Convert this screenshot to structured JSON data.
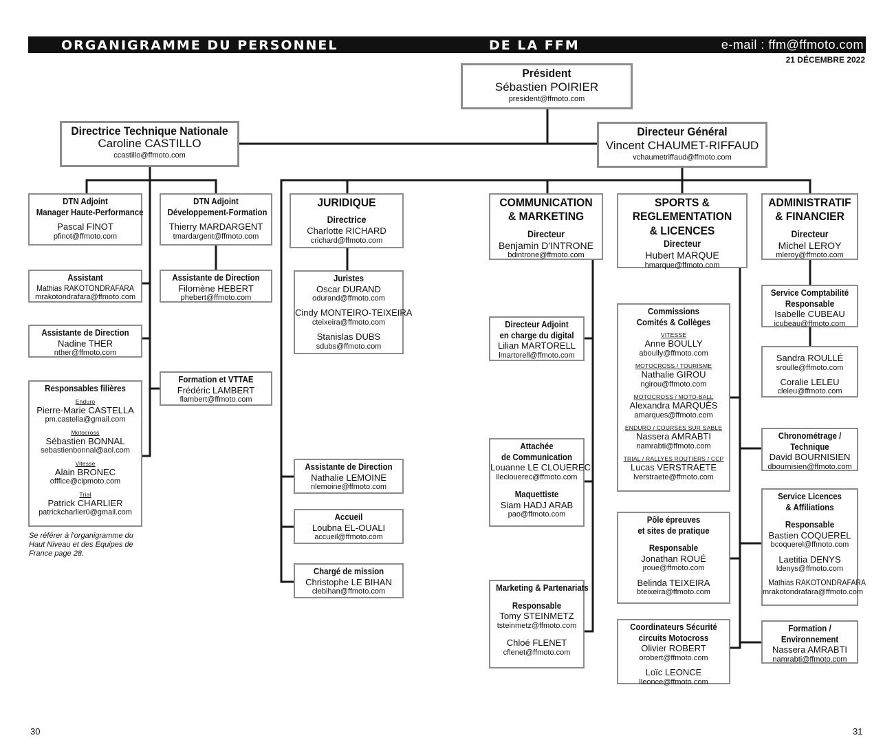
{
  "header": {
    "title_left": "ORGANIGRAMME DU PERSONNEL",
    "title_right": "DE LA FFM",
    "email": "e-mail : ffm@ffmoto.com",
    "date": "21 DÉCEMBRE 2022"
  },
  "president": {
    "title": "Président",
    "name": "Sébastien POIRIER",
    "email": "president@ffmoto.com"
  },
  "dtn": {
    "title": "Directrice Technique Nationale",
    "name": "Caroline CASTILLO",
    "email": "ccastillo@ffmoto.com"
  },
  "dg": {
    "title": "Directeur Général",
    "name": "Vincent CHAUMET-RIFFAUD",
    "email": "vchaumetriffaud@ffmoto.com"
  },
  "dtn_hp": {
    "title": "DTN Adjoint",
    "subtitle": "Manager Haute-Performance",
    "name": "Pascal FINOT",
    "email": "pfinot@ffmoto.com"
  },
  "dtn_df": {
    "title": "DTN Adjoint",
    "subtitle": "Développement-Formation",
    "name": "Thierry MARDARGENT",
    "email": "tmardargent@ffmoto.com"
  },
  "assistant": {
    "title": "Assistant",
    "name": "Mathias RAKOTONDRAFARA",
    "email": "mrakotondrafara@ffmoto.com"
  },
  "asst_dir1": {
    "title": "Assistante de Direction",
    "name": "Filomène HEBERT",
    "email": "phebert@ffmoto.com"
  },
  "asst_dir2": {
    "title": "Assistante de Direction",
    "name": "Nadine THER",
    "email": "nther@ffmoto.com"
  },
  "formation_vttae": {
    "title": "Formation et VTTAE",
    "name": "Frédéric LAMBERT",
    "email": "flambert@ffmoto.com"
  },
  "filieres": {
    "title": "Responsables filières",
    "items": [
      {
        "label": "Enduro",
        "name": "Pierre-Marie CASTELLA",
        "email": "pm.castella@gmail.com"
      },
      {
        "label": "Motocross",
        "name": "Sébastien BONNAL",
        "email": "sebastienbonnal@aol.com"
      },
      {
        "label": "Vitesse",
        "name": "Alain BRONEC",
        "email": "offfice@cipmoto.com"
      },
      {
        "label": "Trial",
        "name": "Patrick CHARLIER",
        "email": "patrickcharlier0@gmail.com"
      }
    ]
  },
  "note": "Se référer à l'organigramme du Haut Niveau et des Equipes de France page 28.",
  "juridique": {
    "title": "JURIDIQUE",
    "role": "Directrice",
    "name": "Charlotte RICHARD",
    "email": "crichard@ffmoto.com"
  },
  "juristes": {
    "title": "Juristes",
    "people": [
      {
        "name": "Oscar DURAND",
        "email": "odurand@ffmoto.com"
      },
      {
        "name": "Cindy MONTEIRO-TEIXEIRA",
        "email": "cteixeira@ffmoto.com"
      },
      {
        "name": "Stanislas DUBS",
        "email": "sdubs@ffmoto.com"
      }
    ]
  },
  "asst_dir3": {
    "title": "Assistante de Direction",
    "name": "Nathalie LEMOINE",
    "email": "nlemoine@ffmoto.com"
  },
  "accueil": {
    "title": "Accueil",
    "name": "Loubna EL-OUALI",
    "email": "accueil@ffmoto.com"
  },
  "charge_mission": {
    "title": "Chargé de mission",
    "name": "Christophe LE BIHAN",
    "email": "clebihan@ffmoto.com"
  },
  "communication": {
    "title1": "COMMUNICATION",
    "title2": "& MARKETING",
    "role": "Directeur",
    "name": "Benjamin D'INTRONE",
    "email": "bdintrone@ffmoto.com"
  },
  "dir_adjoint_digital": {
    "title1": "Directeur Adjoint",
    "title2": "en charge du digital",
    "name": "Lilian MARTORELL",
    "email": "lmartorell@ffmoto.com"
  },
  "attachee": {
    "title1": "Attachée",
    "title2": "de Communication",
    "name": "Louanne LE CLOUEREC",
    "email": "lleclouerec@ffmoto.com",
    "title3": "Maquettiste",
    "name2": "Siam HADJ ARAB",
    "email2": "pao@ffmoto.com"
  },
  "marketing": {
    "title": "Marketing & Partenariats",
    "role": "Responsable",
    "name": "Tomy STEINMETZ",
    "email": "tsteinmetz@ffmoto.com",
    "name2": "Chloé FLENET",
    "email2": "cflenet@ffmoto.com"
  },
  "sports": {
    "title1": "SPORTS &",
    "title2": "REGLEMENTATION",
    "title3": "& LICENCES",
    "role": "Directeur",
    "name": "Hubert MARQUE",
    "email": "hmarque@ffmoto.com"
  },
  "commissions": {
    "title1": "Commissions",
    "title2": "Comités & Collèges",
    "items": [
      {
        "label": "VITESSE",
        "name": "Anne BOULLY",
        "email": "aboully@ffmoto.com"
      },
      {
        "label": "MOTOCROSS / TOURISME",
        "name": "Nathalie GIROU",
        "email": "ngirou@ffmoto.com"
      },
      {
        "label": "MOTOCROSS / MOTO-BALL",
        "name": "Alexandra MARQUÈS",
        "email": "amarques@ffmoto.com"
      },
      {
        "label": "ENDURO / COURSES SUR SABLE",
        "name": "Nassera AMRABTI",
        "email": "namrabti@ffmoto.com"
      },
      {
        "label": "TRIAL / RALLYES ROUTIERS / CCP",
        "name": "Lucas VERSTRAETE",
        "email": "lverstraete@ffmoto.com"
      }
    ]
  },
  "pole_epreuves": {
    "title1": "Pôle épreuves",
    "title2": "et sites de pratique",
    "role": "Responsable",
    "name": "Jonathan ROUÉ",
    "email": "jroue@ffmoto.com",
    "name2": "Belinda TEIXEIRA",
    "email2": "bteixeira@ffmoto.com"
  },
  "coord_securite": {
    "title1": "Coordinateurs Sécurité",
    "title2": "circuits Motocross",
    "name": "Olivier ROBERT",
    "email": "orobert@ffmoto.com",
    "name2": "Loïc LEONCE",
    "email2": "lleonce@ffmoto.com"
  },
  "administratif": {
    "title1": "ADMINISTRATIF",
    "title2": "& FINANCIER",
    "role": "Directeur",
    "name": "Michel LEROY",
    "email": "mleroy@ffmoto.com"
  },
  "comptabilite": {
    "title1": "Service Comptabilité",
    "title2": "Responsable",
    "name": "Isabelle CUBEAU",
    "email": "icubeau@ffmoto.com"
  },
  "compta_staff": {
    "name": "Sandra ROULLÉ",
    "email": "sroulle@ffmoto.com",
    "name2": "Coralie LELEU",
    "email2": "cleleu@ffmoto.com"
  },
  "chrono": {
    "title1": "Chronométrage /",
    "title2": "Technique",
    "name": "David BOURNISIEN",
    "email": "dbournisien@ffmoto.com"
  },
  "licences": {
    "title1": "Service Licences",
    "title2": "& Affiliations",
    "role": "Responsable",
    "name": "Bastien COQUEREL",
    "email": "bcoquerel@ffmoto.com",
    "name2": "Laetitia DENYS",
    "email2": "ldenys@ffmoto.com",
    "name3": "Mathias RAKOTONDRAFARA",
    "email3": "mrakotondrafara@ffmoto.com"
  },
  "formation_env": {
    "title1": "Formation /",
    "title2": "Environnement",
    "name": "Nassera AMRABTI",
    "email": "namrabti@ffmoto.com"
  },
  "pages": {
    "left": "30",
    "right": "31"
  }
}
